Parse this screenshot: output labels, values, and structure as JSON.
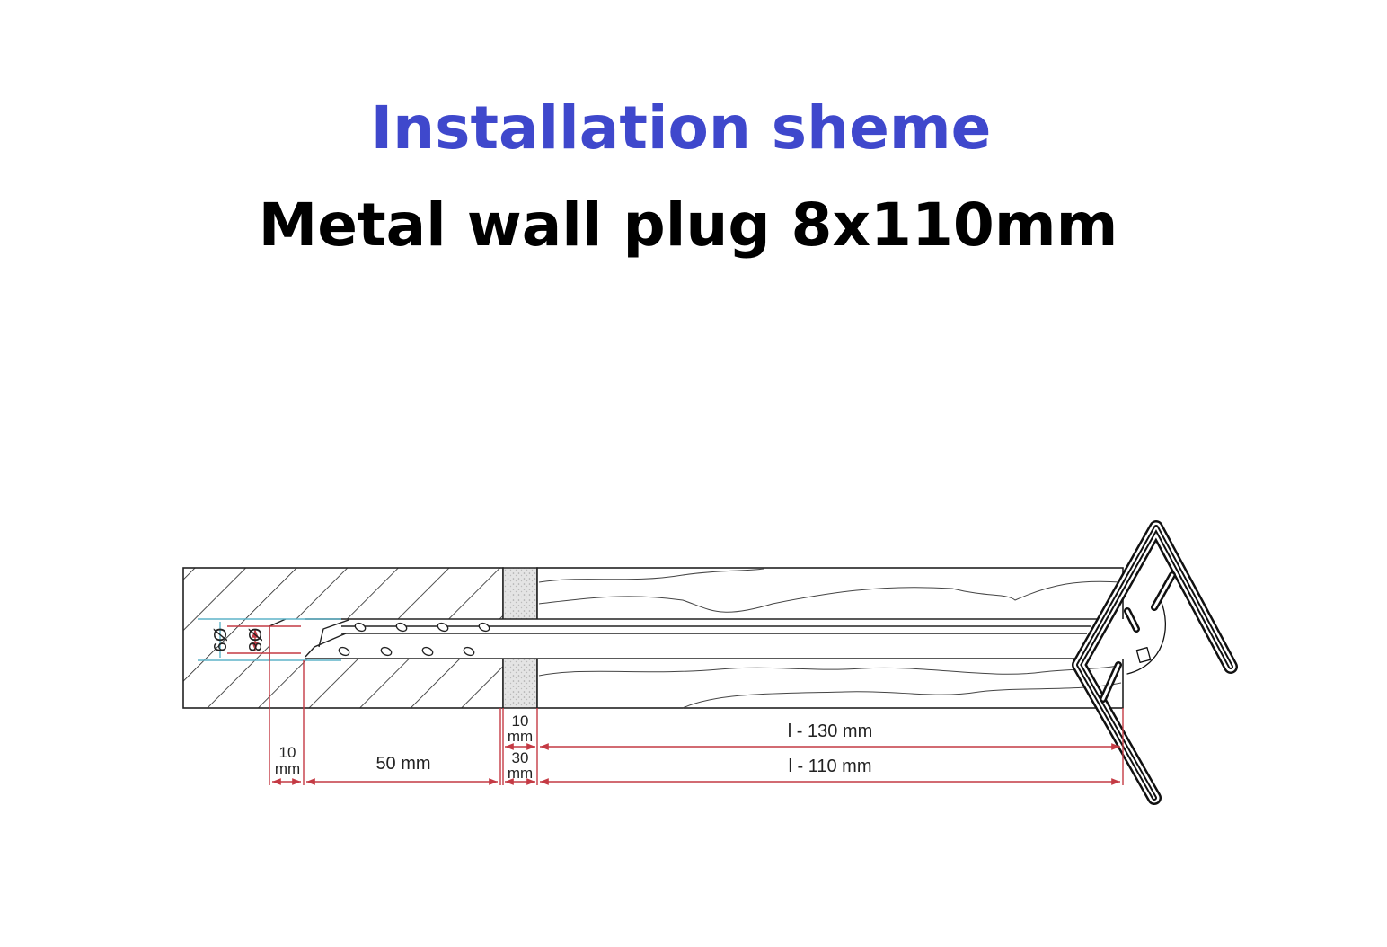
{
  "title": "Installation sheme",
  "subtitle": "Metal wall plug 8x110mm",
  "colors": {
    "title": "#3f48cc",
    "dimension": "#c43a44",
    "diameter": "#5fb3c8"
  },
  "labels": {
    "diameter_outer": "Ø9",
    "diameter_inner": "Ø8",
    "tip_num": "10",
    "tip_unit": "mm",
    "embed": "50 mm",
    "insul_top_num": "10",
    "insul_top_unit": "mm",
    "insul_bot_num": "30",
    "insul_bot_unit": "mm",
    "len_top": "l - 130 mm",
    "len_bot": "l - 110 mm"
  }
}
